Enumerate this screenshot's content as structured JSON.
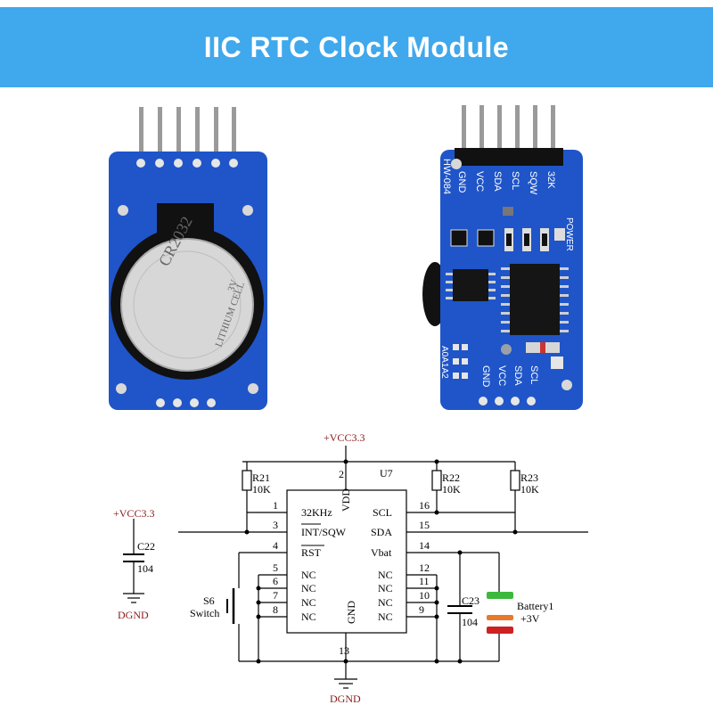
{
  "banner": {
    "title": "IIC RTC Clock Module"
  },
  "colors": {
    "banner": "#40a8ec",
    "pcb": "#1f55c8",
    "wire": "#000000",
    "label": "#8b1a1a"
  },
  "front_module": {
    "battery_model": "CR2032",
    "battery_brand": "LITHIUM CELL",
    "battery_voltage": "3V"
  },
  "back_module": {
    "board_id": "HW-084",
    "top_pins": [
      "32K",
      "SQW",
      "SCL",
      "SDA",
      "VCC",
      "GND"
    ],
    "power_label": "POWER",
    "bottom_pins": [
      "SCL",
      "SDA",
      "VCC",
      "GND"
    ],
    "addr_label": "A0A1A2"
  },
  "schematic": {
    "chip": {
      "ref": "U7",
      "vdd": "VDD",
      "gnd": "GND",
      "left_pins": [
        {
          "num": "1",
          "name": "32KHz"
        },
        {
          "num": "3",
          "name": "INT/SQW"
        },
        {
          "num": "4",
          "name": "RST"
        },
        {
          "num": "5",
          "name": "NC"
        },
        {
          "num": "6",
          "name": "NC"
        },
        {
          "num": "7",
          "name": "NC"
        },
        {
          "num": "8",
          "name": "NC"
        }
      ],
      "right_pins": [
        {
          "num": "16",
          "name": "SCL"
        },
        {
          "num": "15",
          "name": "SDA"
        },
        {
          "num": "14",
          "name": "Vbat"
        },
        {
          "num": "12",
          "name": "NC"
        },
        {
          "num": "11",
          "name": "NC"
        },
        {
          "num": "10",
          "name": "NC"
        },
        {
          "num": "9",
          "name": "NC"
        }
      ],
      "top_pin": "2",
      "bottom_pin": "13"
    },
    "vcc_top": "+VCC3.3",
    "vcc_left": "+VCC3.3",
    "r21": {
      "ref": "R21",
      "val": "10K"
    },
    "r22": {
      "ref": "R22",
      "val": "10K"
    },
    "r23": {
      "ref": "R23",
      "val": "10K"
    },
    "c22": {
      "ref": "C22",
      "val": "104"
    },
    "c23": {
      "ref": "C23",
      "val": "104"
    },
    "switch": {
      "ref": "S6",
      "name": "Switch"
    },
    "battery": {
      "ref": "Battery1",
      "val": "+3V"
    },
    "dgnd_left": "DGND",
    "dgnd_bottom": "DGND"
  }
}
